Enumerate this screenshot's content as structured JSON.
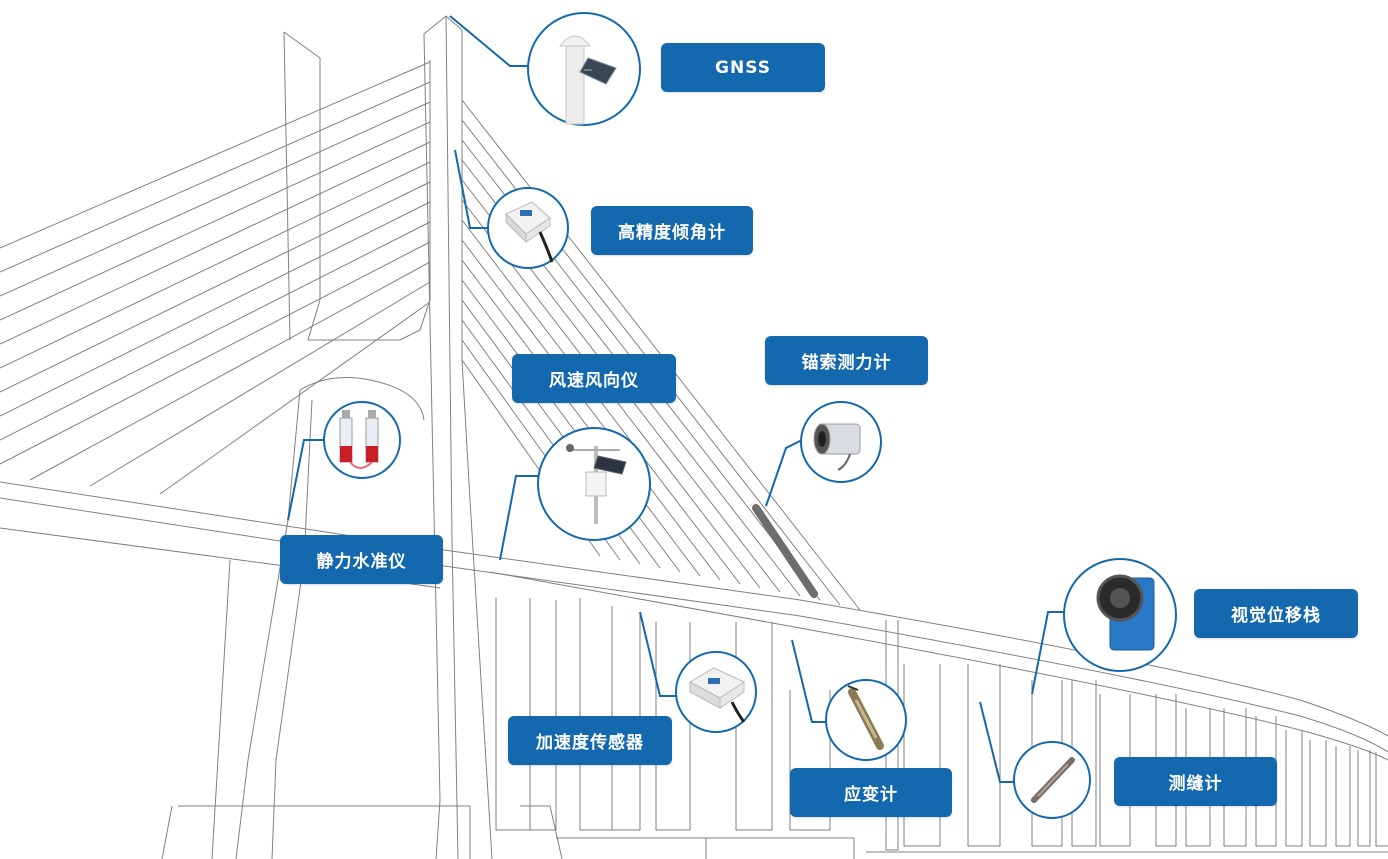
{
  "labels": {
    "gnss": "GNSS",
    "inclinometer": "高精度倾角计",
    "anchor_cable": "锚索测力计",
    "wind": "风速风向仪",
    "leveling": "静力水准仪",
    "vision": "视觉位移栈",
    "accelerometer": "加速度传感器",
    "strain": "应变计",
    "crack": "测缝计"
  },
  "colors": {
    "label_bg": "#1468ad",
    "label_text": "#ffffff",
    "outline": "#777777",
    "circle": "#1468ad"
  }
}
